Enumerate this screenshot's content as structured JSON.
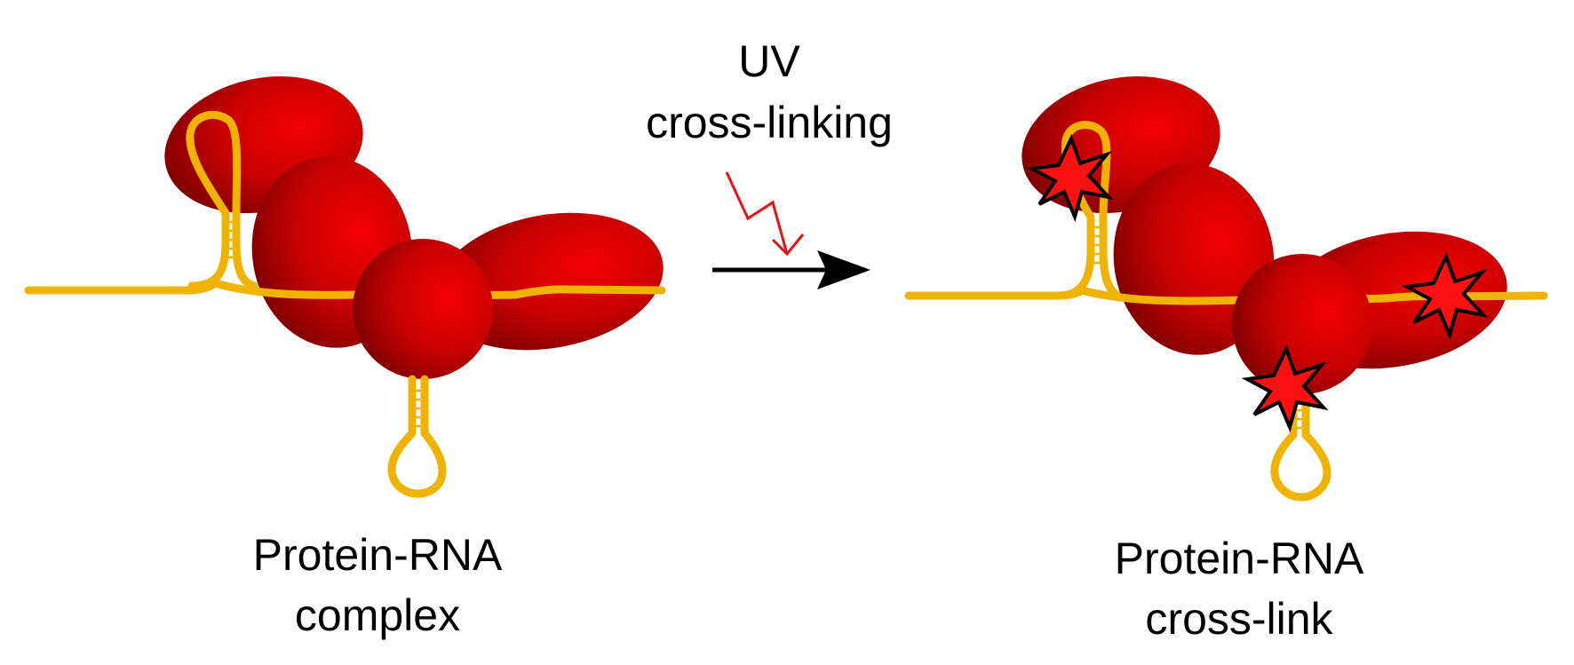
{
  "diagram": {
    "left_caption": {
      "line1": "Protein-RNA",
      "line2": "complex"
    },
    "right_caption": {
      "line1": "Protein-RNA",
      "line2": "cross-link"
    },
    "step_label": {
      "line1": "UV",
      "line2": "cross-linking"
    },
    "icons": {
      "uv_light": "lightning-bolt-icon",
      "reaction": "right-arrow-icon",
      "crosslink_mark": "star-burst-icon"
    },
    "colors": {
      "protein_core": "#f40000",
      "protein_edge": "#7c0000",
      "rna": "#f0b400",
      "uv_bolt": "#ee1111",
      "arrow": "#000000",
      "crosslink_fill": "#ff1010",
      "crosslink_outline": "#000000"
    }
  }
}
